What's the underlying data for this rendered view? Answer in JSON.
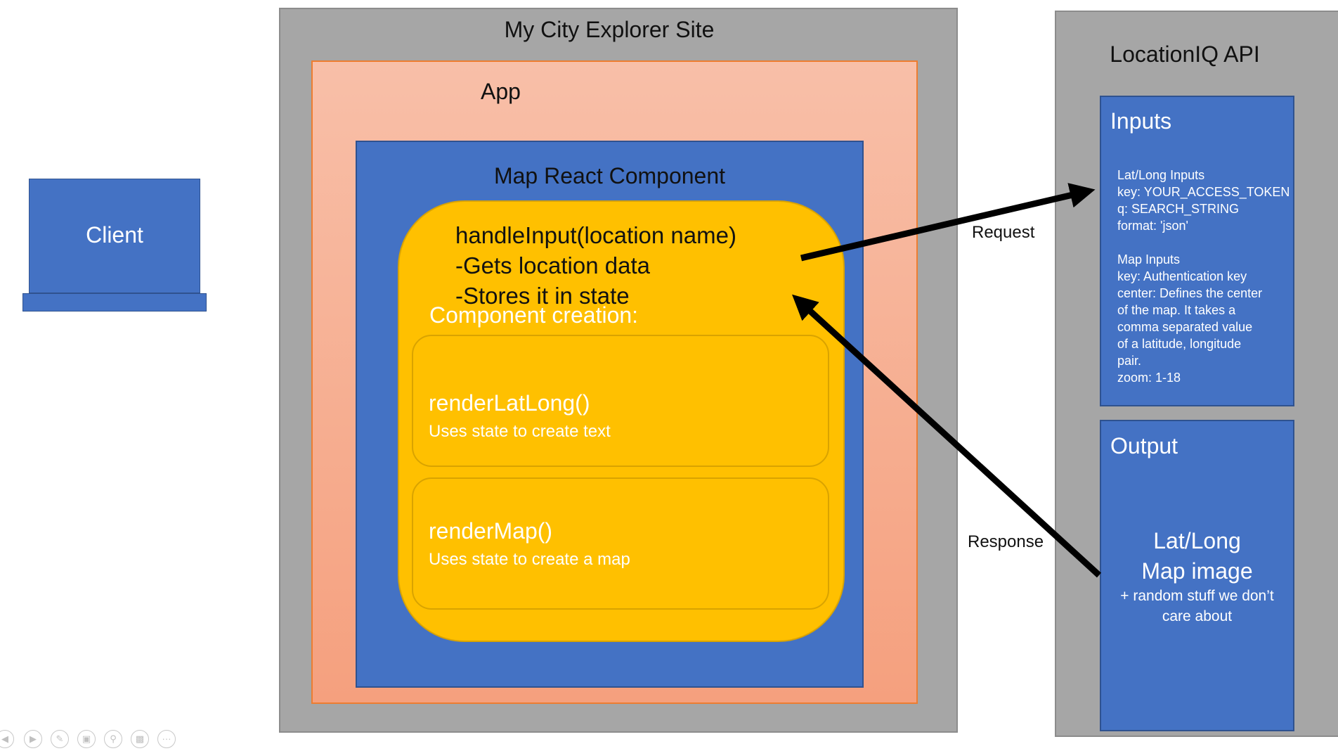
{
  "client": {
    "label": "Client"
  },
  "site": {
    "title": "My City Explorer Site"
  },
  "app": {
    "title": "App"
  },
  "map_component": {
    "title": "Map React Component",
    "handle_input": [
      "handleInput(location name)",
      "-Gets location data",
      "-Stores it in state"
    ],
    "component_creation": "Component creation:",
    "render_lat_long": {
      "name": "renderLatLong()",
      "desc": "Uses state to create text"
    },
    "render_map": {
      "name": "renderMap()",
      "desc": "Uses state to create a map"
    }
  },
  "api": {
    "title": "LocationIQ API",
    "inputs": {
      "title": "Inputs",
      "lines": [
        "Lat/Long Inputs",
        "key: YOUR_ACCESS_TOKEN",
        "q: SEARCH_STRING",
        "format: 'json'",
        "",
        "Map Inputs",
        "key: Authentication key",
        "center: Defines the center",
        "of the map. It takes a",
        "comma separated value",
        "of a latitude, longitude",
        "pair.",
        "zoom: 1-18"
      ]
    },
    "output": {
      "title": "Output",
      "main": [
        "Lat/Long",
        "Map image"
      ],
      "sub": [
        "+ random stuff we don’t",
        "care about"
      ]
    }
  },
  "arrows": {
    "request_label": "Request",
    "response_label": "Response"
  },
  "colors": {
    "blue": "#4472c4",
    "gray": "#a6a6a6",
    "yellow": "#ffc000",
    "salmon": "#f8bfa8"
  },
  "toolbar_icons": [
    "previous-icon",
    "next-icon",
    "pen-icon",
    "slides-icon",
    "zoom-icon",
    "subtitle-icon",
    "more-icon"
  ]
}
